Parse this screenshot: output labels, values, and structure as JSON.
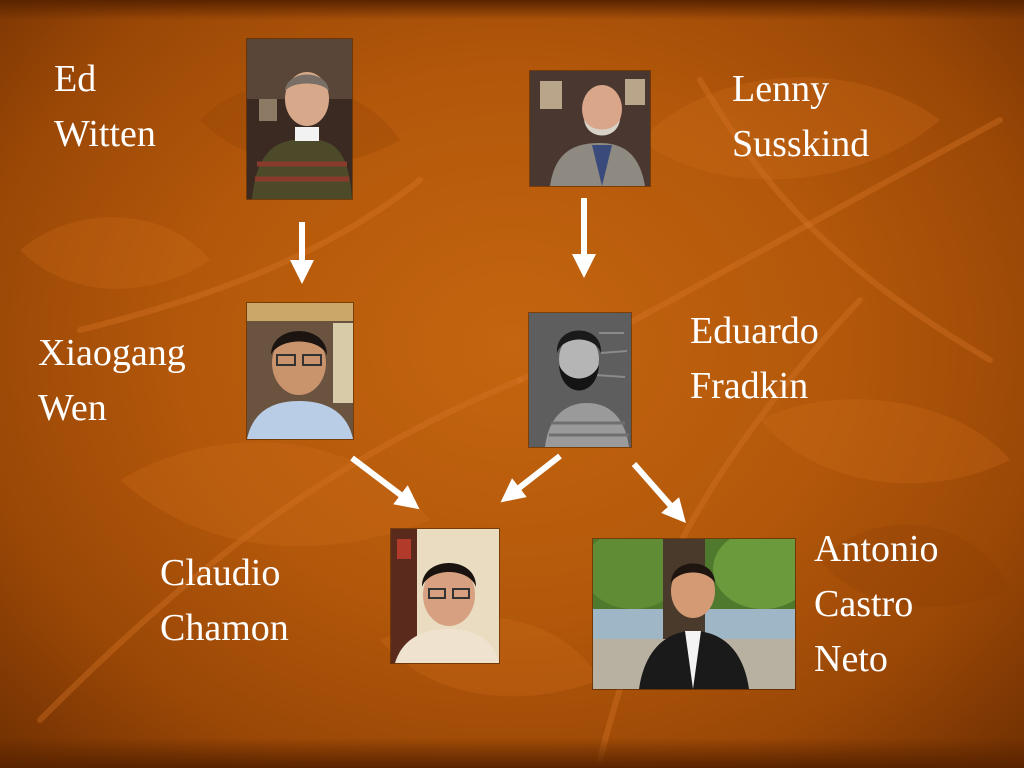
{
  "people": {
    "witten": {
      "first": "Ed",
      "last": "Witten"
    },
    "susskind": {
      "first": "Lenny",
      "last": "Susskind"
    },
    "wen": {
      "first": "Xiaogang",
      "last": "Wen"
    },
    "fradkin": {
      "first": "Eduardo",
      "last": "Fradkin"
    },
    "chamon": {
      "first": "Claudio",
      "last": "Chamon"
    },
    "neto": {
      "first": "Antonio",
      "second": "Castro",
      "last": "Neto"
    }
  },
  "colors": {
    "background": "#b3580b",
    "text": "#ffffff",
    "arrow": "#ffffff"
  },
  "diagram_edges": [
    {
      "from": "witten",
      "to": "wen"
    },
    {
      "from": "susskind",
      "to": "fradkin"
    },
    {
      "from": "wen",
      "to": "chamon"
    },
    {
      "from": "fradkin",
      "to": "chamon"
    },
    {
      "from": "fradkin",
      "to": "neto"
    }
  ]
}
